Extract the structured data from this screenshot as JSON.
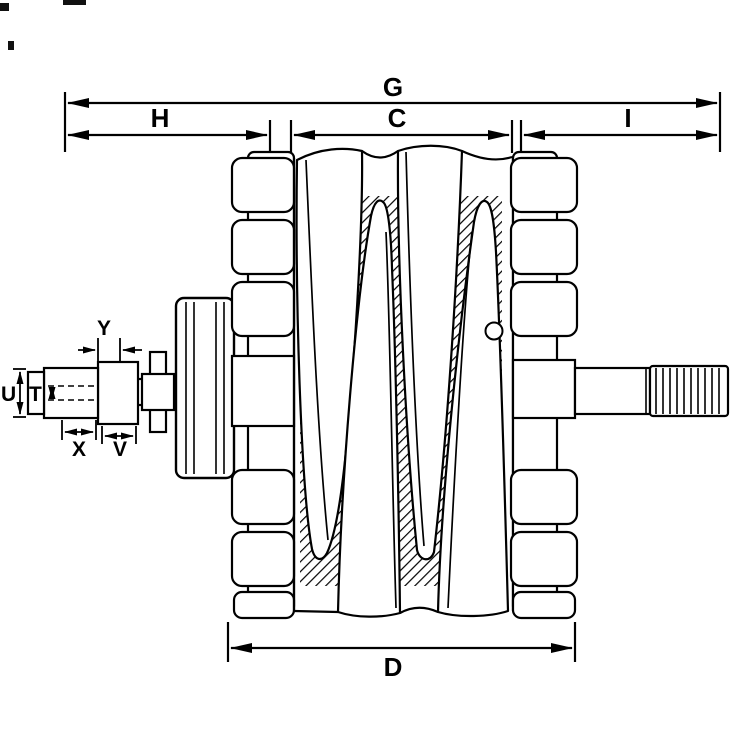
{
  "colors": {
    "line": "#000000",
    "background": "#ffffff"
  },
  "labels": {
    "g": "G",
    "h": "H",
    "c": "C",
    "i": "I",
    "d": "D",
    "u": "U",
    "t": "T",
    "x": "X",
    "v": "V",
    "y": "Y"
  }
}
